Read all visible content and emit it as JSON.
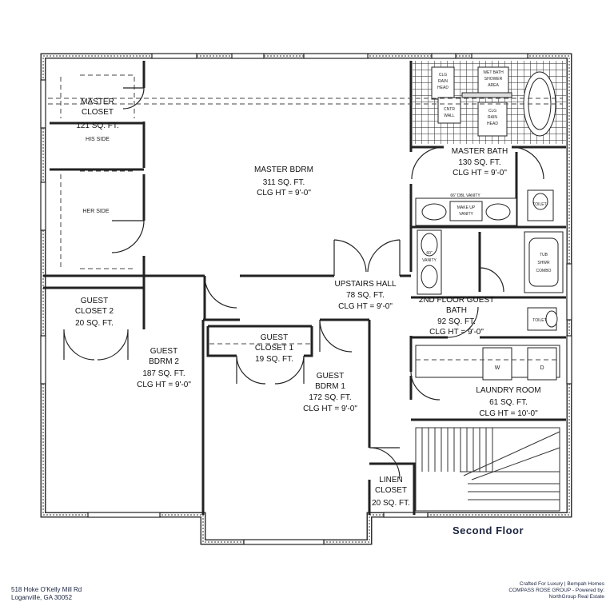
{
  "floor_title": "Second Floor",
  "address": {
    "line1": "518 Hoke O'Kelly Mill Rd",
    "line2": "Loganville, GA 30052"
  },
  "credits": {
    "line1": "Crafted For Luxury | Bempah Homes",
    "line2": "COMPASS ROSE GROUP - Powered by:",
    "line3": "NorthGroup Real Estate"
  },
  "rooms": {
    "master_closet": {
      "l1": "MASTER",
      "l2": "CLOSET",
      "area": "121 SQ. FT."
    },
    "his_side": "HIS SIDE",
    "her_side": "HER SIDE",
    "master_bdrm": {
      "name": "MASTER BDRM",
      "area": "311 SQ. FT.",
      "ceiling": "CLG HT = 9'-0\""
    },
    "master_bath": {
      "name": "MASTER BATH",
      "area": "130 SQ. FT.",
      "ceiling": "CLG HT = 9'-0\""
    },
    "guest_closet_2": {
      "l1": "GUEST",
      "l2": "CLOSET 2",
      "area": "20 SQ. FT."
    },
    "upstairs_hall": {
      "name": "UPSTAIRS HALL",
      "area": "78 SQ. FT.",
      "ceiling": "CLG HT = 9'-0\""
    },
    "guest_bath": {
      "l1": "2ND FLOOR GUEST",
      "l2": "BATH",
      "area": "92 SQ. FT.",
      "ceiling": "CLG HT = 9'-0\""
    },
    "guest_bdrm_2": {
      "l1": "GUEST",
      "l2": "BDRM 2",
      "area": "187 SQ. FT.",
      "ceiling": "CLG HT = 9'-0\""
    },
    "guest_closet_1": {
      "l1": "GUEST",
      "l2": "CLOSET 1",
      "area": "19 SQ. FT."
    },
    "guest_bdrm_1": {
      "l1": "GUEST",
      "l2": "BDRM 1",
      "area": "172 SQ. FT.",
      "ceiling": "CLG HT = 9'-0\""
    },
    "laundry": {
      "name": "LAUNDRY ROOM",
      "area": "61 SQ. FT.",
      "ceiling": "CLG HT = 10'-0\""
    },
    "linen_closet": {
      "l1": "LINEN",
      "l2": "CLOSET",
      "area": "20 SQ. FT."
    }
  },
  "fixtures": {
    "clg_rain_head_1": [
      "CLG",
      "RAIN",
      "HEAD"
    ],
    "wet_bath": [
      "WET BATH",
      "SHOWER",
      "AREA"
    ],
    "cntr_wall": [
      "CNTR",
      "WALL"
    ],
    "clg_rain_head_2": [
      "CLG",
      "RAIN",
      "HEAD"
    ],
    "dbl_vanity": "66\" DBL VANITY",
    "makeup_vanity": [
      "MAKE UP",
      "VANITY"
    ],
    "vanity": [
      "60\"",
      "VANITY"
    ],
    "tub": [
      "TUB",
      "SHWR",
      "COMBO"
    ],
    "toilet": "TOILET",
    "washer": "W",
    "dryer": "D"
  }
}
